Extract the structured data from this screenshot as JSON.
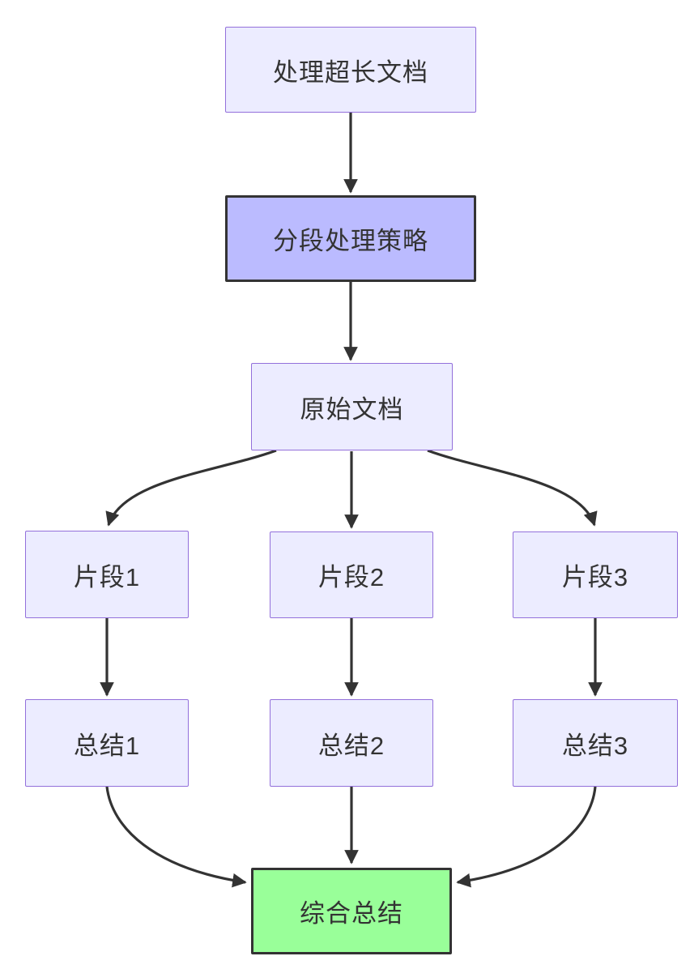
{
  "diagram": {
    "type": "flowchart",
    "direction": "top-down",
    "nodes": [
      {
        "id": "A",
        "label": "处理超长文档",
        "style": "default"
      },
      {
        "id": "B",
        "label": "分段处理策略",
        "style": "highlight-purple"
      },
      {
        "id": "C",
        "label": "原始文档",
        "style": "default"
      },
      {
        "id": "D1",
        "label": "片段1",
        "style": "default"
      },
      {
        "id": "D2",
        "label": "片段2",
        "style": "default"
      },
      {
        "id": "D3",
        "label": "片段3",
        "style": "default"
      },
      {
        "id": "E1",
        "label": "总结1",
        "style": "default"
      },
      {
        "id": "E2",
        "label": "总结2",
        "style": "default"
      },
      {
        "id": "E3",
        "label": "总结3",
        "style": "default"
      },
      {
        "id": "F",
        "label": "综合总结",
        "style": "highlight-green"
      }
    ],
    "edges": [
      {
        "from": "A",
        "to": "B"
      },
      {
        "from": "B",
        "to": "C"
      },
      {
        "from": "C",
        "to": "D1"
      },
      {
        "from": "C",
        "to": "D2"
      },
      {
        "from": "C",
        "to": "D3"
      },
      {
        "from": "D1",
        "to": "E1"
      },
      {
        "from": "D2",
        "to": "E2"
      },
      {
        "from": "D3",
        "to": "E3"
      },
      {
        "from": "E1",
        "to": "F"
      },
      {
        "from": "E2",
        "to": "F"
      },
      {
        "from": "E3",
        "to": "F"
      }
    ],
    "colors": {
      "node_fill": "#ECECFF",
      "node_border": "#9370DB",
      "highlight_purple_fill": "#BBBBFF",
      "highlight_green_fill": "#99FF99",
      "highlight_border": "#333333",
      "edge_color": "#333333",
      "text_color": "#333333",
      "background": "#FFFFFF"
    }
  }
}
